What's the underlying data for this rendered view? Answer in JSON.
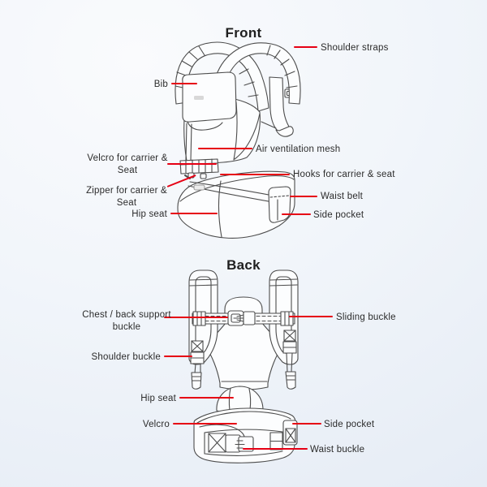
{
  "colors": {
    "leader_line": "#e60014",
    "label_text": "#2b2b2b",
    "artwork_stroke": "#4c4c4c",
    "background_start": "#fafbfd",
    "background_end": "#e3eaf4"
  },
  "front": {
    "title": "Front",
    "labels": {
      "shoulder_straps": "Shoulder straps",
      "bib": "Bib",
      "air_ventilation_mesh": "Air ventilation mesh",
      "velcro_for_carrier_seat": "Velcro for carrier & Seat",
      "hooks_for_carrier_seat": "Hooks for carrier & seat",
      "zipper_for_carrier_seat": "Zipper for carrier & Seat",
      "hip_seat": "Hip seat",
      "waist_belt": "Waist belt",
      "side_pocket": "Side pocket"
    }
  },
  "back": {
    "title": "Back",
    "labels": {
      "chest_back_support_buckle": "Chest / back support buckle",
      "sliding_buckle": "Sliding buckle",
      "shoulder_buckle": "Shoulder buckle",
      "hip_seat": "Hip seat",
      "velcro": "Velcro",
      "side_pocket": "Side pocket",
      "waist_buckle": "Waist buckle"
    }
  }
}
